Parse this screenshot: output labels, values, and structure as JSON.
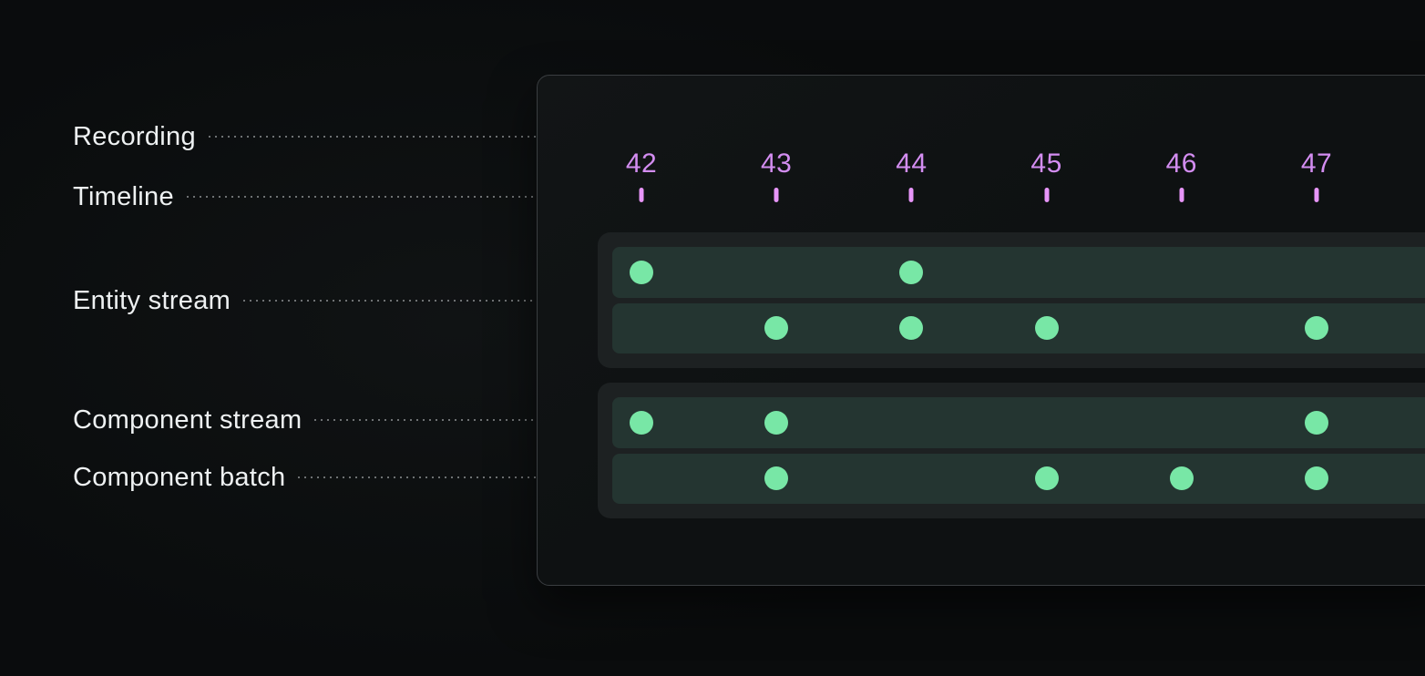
{
  "labels": {
    "recording": "Recording",
    "timeline": "Timeline",
    "entity_stream": "Entity stream",
    "component_stream": "Component stream",
    "component_batch": "Component batch"
  },
  "timeline": {
    "values": [
      "42",
      "43",
      "44",
      "45",
      "46",
      "47"
    ]
  },
  "streams": {
    "groups": [
      {
        "id": "entity-stream-group",
        "rows": [
          {
            "name": "entity-stream-row-1",
            "dots": [
              42,
              44
            ]
          },
          {
            "name": "entity-stream-row-2",
            "dots": [
              43,
              44,
              45,
              47
            ]
          }
        ]
      },
      {
        "id": "component-stream-group",
        "rows": [
          {
            "name": "component-stream-row",
            "dots": [
              42,
              43,
              47
            ]
          },
          {
            "name": "component-batch-row",
            "dots": [
              43,
              45,
              46,
              47
            ]
          }
        ]
      }
    ]
  },
  "colors": {
    "timeline_number": "#d38df1",
    "timeline_tick": "#e795f8",
    "dot": "#78e7a6",
    "row_background": "#243531",
    "group_background": "#1d2122",
    "panel_background": "#0e1112",
    "panel_border": "#3a3e41",
    "label_text": "#eef1f2",
    "connector_line": "#8a8d8f",
    "page_background": "#0a0c0d"
  }
}
